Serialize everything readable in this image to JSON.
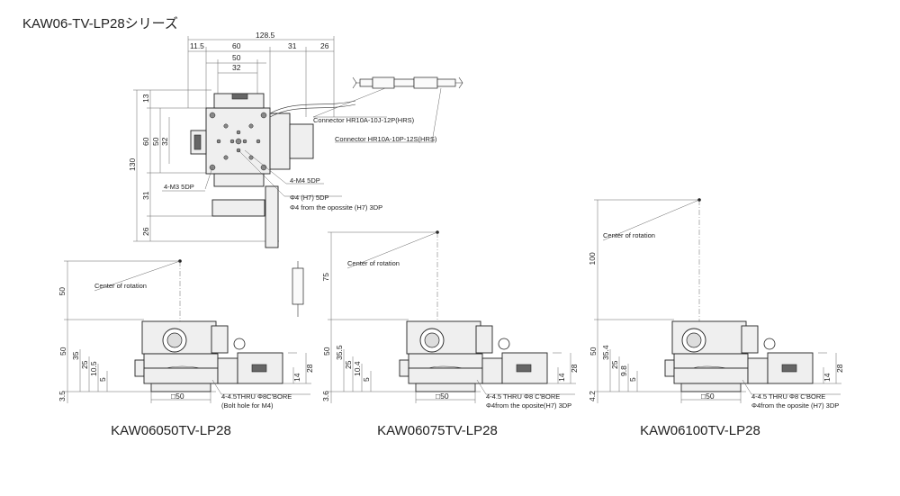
{
  "title": "KAW06-TV-LP28シリーズ",
  "top_view": {
    "dims_top": [
      "128.5",
      "11.5",
      "60",
      "31",
      "26",
      "50",
      "32"
    ],
    "dims_left": [
      "13",
      "60",
      "50",
      "32",
      "130",
      "31",
      "26"
    ],
    "connector_1": "Connector HR10A-10J-12P(HRS)",
    "connector_2": "Connector HR10A-10P-12S(HRS)",
    "tap_m3": "4-M3 5DP",
    "tap_m4": "4-M4 5DP",
    "pin_1": "Φ4 (H7)  5DP",
    "pin_2": "Φ4 from the opossite (H7)  3DP"
  },
  "views": [
    {
      "model": "KAW06050TV-LP28",
      "center_label": "Center of rotation",
      "height_dim": "50",
      "left_dims": [
        "50",
        "35",
        "25",
        "10.5",
        "5"
      ],
      "bottom_dim": "3.5",
      "right_dims": [
        "14",
        "28"
      ],
      "square_dim": "□50",
      "note_1": "4-4.5THRU Φ8C'BORE",
      "note_2": "(Bolt hole for M4)"
    },
    {
      "model": "KAW06075TV-LP28",
      "center_label": "Center of rotation",
      "height_dim": "75",
      "left_dims": [
        "50",
        "35.5",
        "25",
        "10.4",
        "5"
      ],
      "bottom_dim": "3.6",
      "right_dims": [
        "14",
        "28"
      ],
      "square_dim": "□50",
      "note_1": "4-4.5 THRU Φ8 C'BORE",
      "note_2": "Φ4from the oposite(H7)  3DP"
    },
    {
      "model": "KAW06100TV-LP28",
      "center_label": "Center of rotation",
      "height_dim": "100",
      "left_dims": [
        "50",
        "35.4",
        "25",
        "9.8",
        "5"
      ],
      "bottom_dim": "4.2",
      "right_dims": [
        "14",
        "28"
      ],
      "square_dim": "□50",
      "note_1": "4-4.5 THRU Φ8 C'BORE",
      "note_2": "Φ4from the oposite (H7)  3DP"
    }
  ]
}
